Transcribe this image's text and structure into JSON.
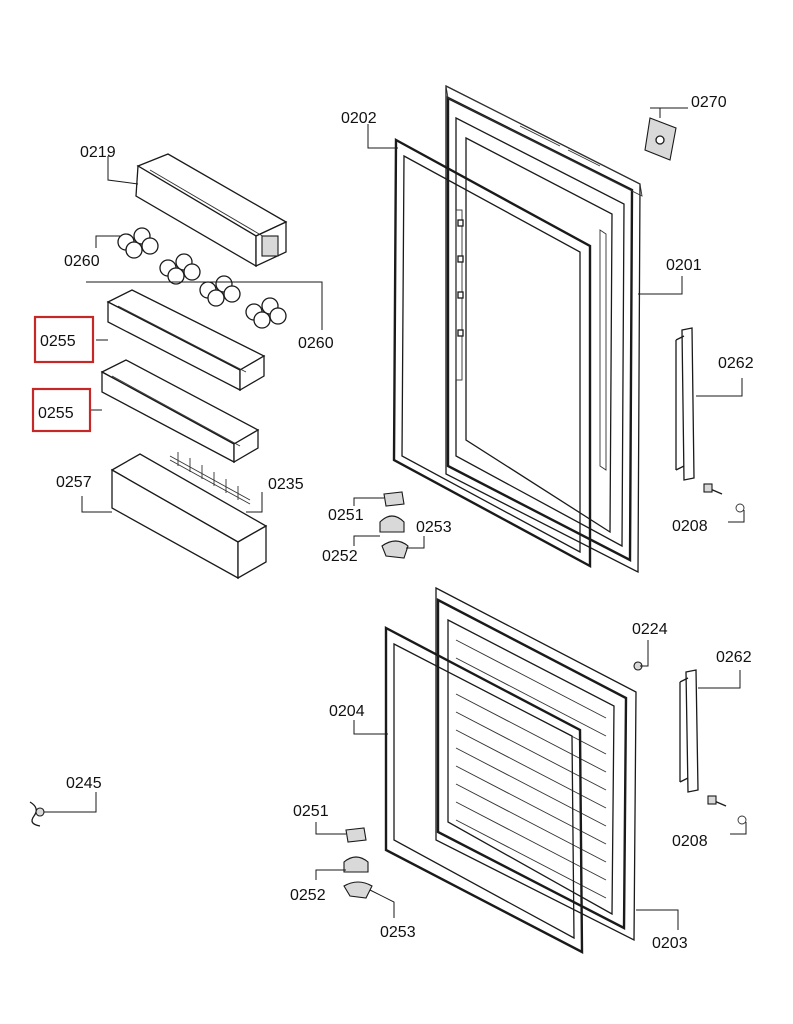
{
  "parts": {
    "p0201": "0201",
    "p0202": "0202",
    "p0203": "0203",
    "p0204": "0204",
    "p0208a": "0208",
    "p0208b": "0208",
    "p0219": "0219",
    "p0224": "0224",
    "p0235": "0235",
    "p0245": "0245",
    "p0251a": "0251",
    "p0251b": "0251",
    "p0252a": "0252",
    "p0252b": "0252",
    "p0253a": "0253",
    "p0253b": "0253",
    "p0255a": "0255",
    "p0255b": "0255",
    "p0257": "0257",
    "p0260a": "0260",
    "p0260b": "0260",
    "p0262a": "0262",
    "p0262b": "0262",
    "p0270": "0270"
  },
  "highlight_color": "#c62828",
  "highlighted_parts": [
    "0255",
    "0255"
  ]
}
